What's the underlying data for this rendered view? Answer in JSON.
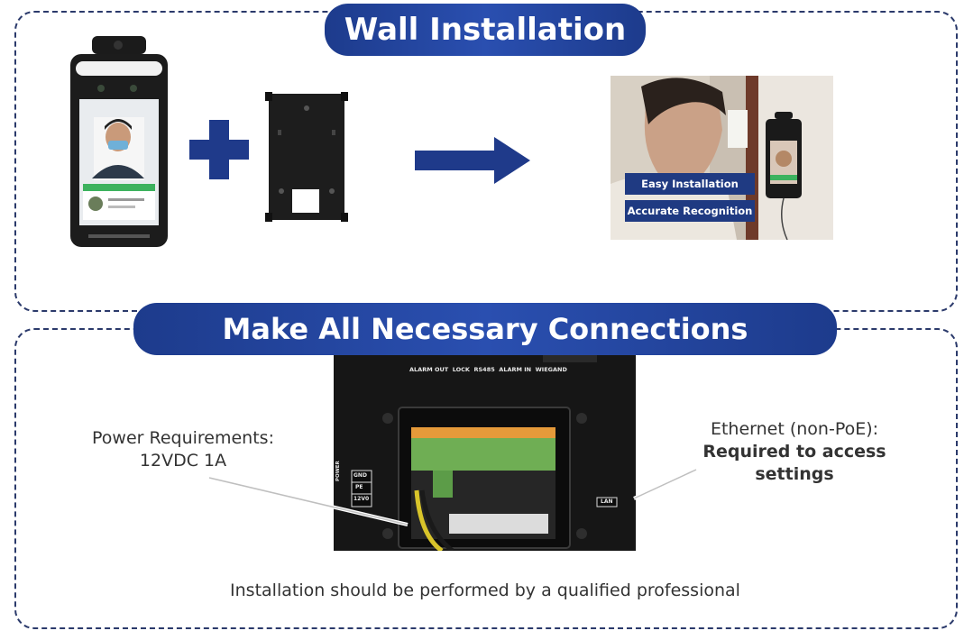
{
  "wall_section": {
    "title": "Wall Installation",
    "photo_tags": [
      "Easy Installation",
      "Accurate Recognition"
    ]
  },
  "connections_section": {
    "title": "Make All Necessary Connections",
    "power": {
      "line1": "Power Requirements:",
      "line2": "12VDC 1A"
    },
    "ethernet": {
      "line1": "Ethernet (non-PoE):",
      "line2": "Required to access settings"
    },
    "panel_labels": {
      "groups": [
        "ALARM OUT",
        "LOCK",
        "RS485",
        "ALARM IN",
        "WIEGAND"
      ],
      "power_title": "POWER",
      "power_pins": [
        "GND",
        "PE",
        "12V0"
      ],
      "lan": "LAN"
    },
    "footer": "Installation should be performed by a qualified professional"
  },
  "colors": {
    "banner": "#1f3a8a",
    "border": "#2b3a6b",
    "arrow": "#1f3a8a"
  }
}
